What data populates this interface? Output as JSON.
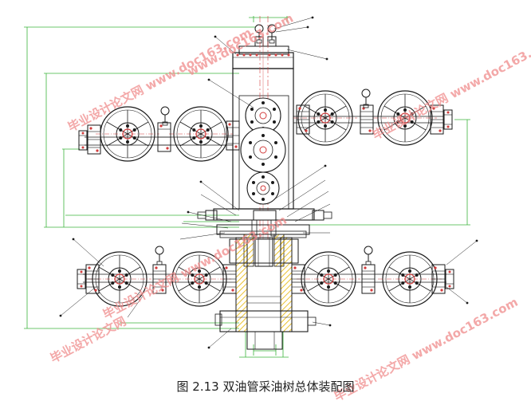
{
  "caption": "图 2.13 双油管采油树总体装配图",
  "watermark": {
    "line1": "毕业设计论文网",
    "line2": "www.doc163.com",
    "full": "毕业设计论文网 www.doc163.com"
  },
  "colors": {
    "line": "#1a1a1a",
    "dimension": "#3cb43c",
    "centerline": "#d23c3c",
    "hatch": "#e6b400",
    "watermark": "#f08c8c"
  }
}
